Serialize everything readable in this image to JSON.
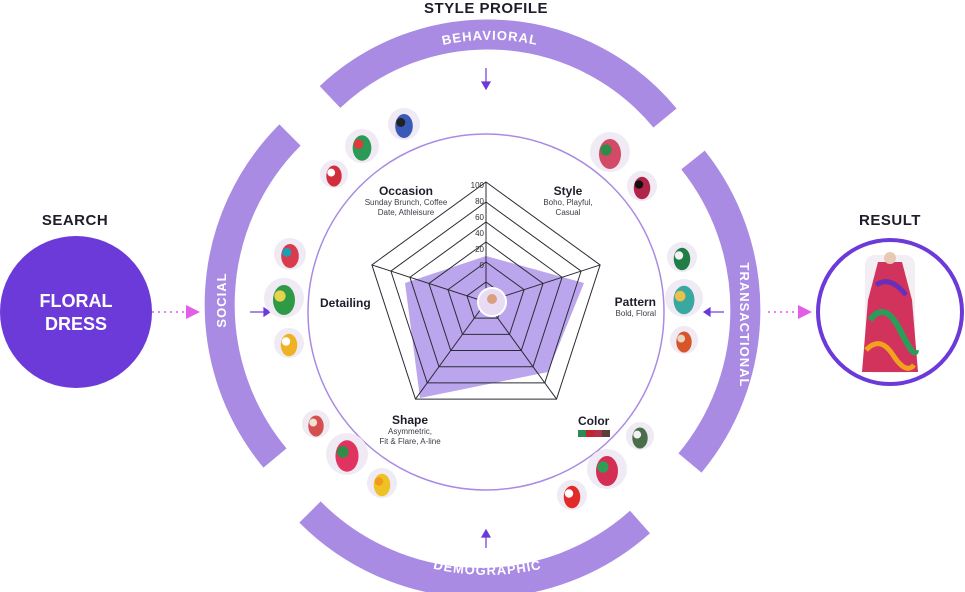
{
  "header": {
    "title": "STYLE PROFILE"
  },
  "search": {
    "label": "SEARCH",
    "line1": "FLORAL",
    "line2": "DRESS"
  },
  "result": {
    "label": "RESULT",
    "image_icon": "floral-maxi-dress-photo"
  },
  "rings": {
    "top": "BEHAVIORAL",
    "right": "TRANSACTIONAL",
    "bottom": "DEMOGRAPHIC",
    "left": "SOCIAL"
  },
  "dimensions": {
    "occasion": {
      "title": "Occasion",
      "line1": "Sunday Brunch, Coffee",
      "line2": "Date, Athleisure"
    },
    "style": {
      "title": "Style",
      "line1": "Boho, Playful,",
      "line2": "Casual"
    },
    "pattern": {
      "title": "Pattern",
      "line1": "Bold, Floral"
    },
    "color": {
      "title": "Color",
      "swatches": [
        "#2e8b4f",
        "#c0262f",
        "#b0314a",
        "#5a3f3a"
      ]
    },
    "shape": {
      "title": "Shape",
      "line1": "Asymmetric,",
      "line2": "Fit & Flare, A-line"
    },
    "detailing": {
      "title": "Detailing"
    }
  },
  "radar_ticks": [
    "100",
    "80",
    "60",
    "40",
    "20",
    "0"
  ],
  "colors": {
    "accent": "#a98be4",
    "deep": "#6c3ad9",
    "arrow": "#e25ee6",
    "fill": "#b7a1ec"
  }
}
